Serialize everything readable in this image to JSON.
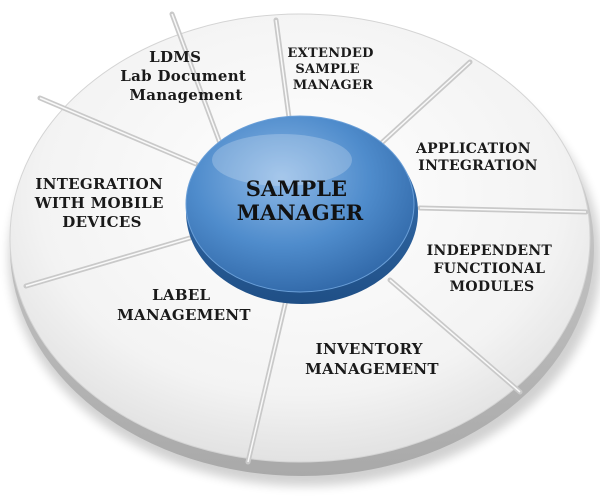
{
  "hub": {
    "line1": "SAMPLE",
    "line2": "MANAGER"
  },
  "segments": [
    {
      "id": "ldms",
      "lines": [
        "LDMS",
        "Lab Document",
        "Management"
      ]
    },
    {
      "id": "extended",
      "lines": [
        "EXTENDED",
        "SAMPLE",
        "MANAGER"
      ]
    },
    {
      "id": "application",
      "lines": [
        "APPLICATION",
        "INTEGRATION"
      ]
    },
    {
      "id": "independent",
      "lines": [
        "INDEPENDENT",
        "FUNCTIONAL",
        "MODULES"
      ]
    },
    {
      "id": "inventory",
      "lines": [
        "INVENTORY",
        "MANAGEMENT"
      ]
    },
    {
      "id": "label",
      "lines": [
        "LABEL",
        "MANAGEMENT"
      ]
    },
    {
      "id": "mobile",
      "lines": [
        "INTEGRATION",
        "WITH MOBILE",
        "DEVICES"
      ]
    }
  ],
  "colors": {
    "hub": "#4a87c9",
    "segment": "#f4f4f4",
    "divider": "#cfcfcf",
    "rim": "#b9b9b9"
  }
}
